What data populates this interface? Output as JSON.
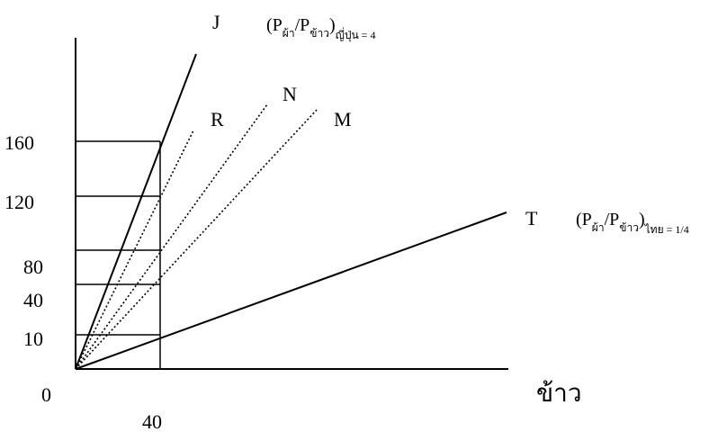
{
  "axes": {
    "origin_label": "0",
    "x_label": "ข้าว",
    "x_tick": "40",
    "y_ticks": [
      "160",
      "120",
      "80",
      "40",
      "10"
    ]
  },
  "rays": [
    {
      "id": "J",
      "label": "J",
      "style": "solid"
    },
    {
      "id": "R",
      "label": "R",
      "style": "dotted"
    },
    {
      "id": "N",
      "label": "N",
      "style": "dotted"
    },
    {
      "id": "M",
      "label": "M",
      "style": "dotted"
    },
    {
      "id": "T",
      "label": "T",
      "style": "solid"
    }
  ],
  "price_ratio_japan": {
    "open": "(P",
    "cloth": "ผ้า",
    "slash": "/P",
    "rice": "ข้าว",
    "close": ")",
    "country_value": "ญี่ปุ่น = 4"
  },
  "price_ratio_thailand": {
    "open": "(P",
    "cloth": "ผ้า",
    "slash": "/P",
    "rice": "ข้าว",
    "close": ")",
    "country_value": "ไทย = 1/4"
  },
  "colors": {
    "ink": "#000000",
    "background": "#ffffff"
  }
}
